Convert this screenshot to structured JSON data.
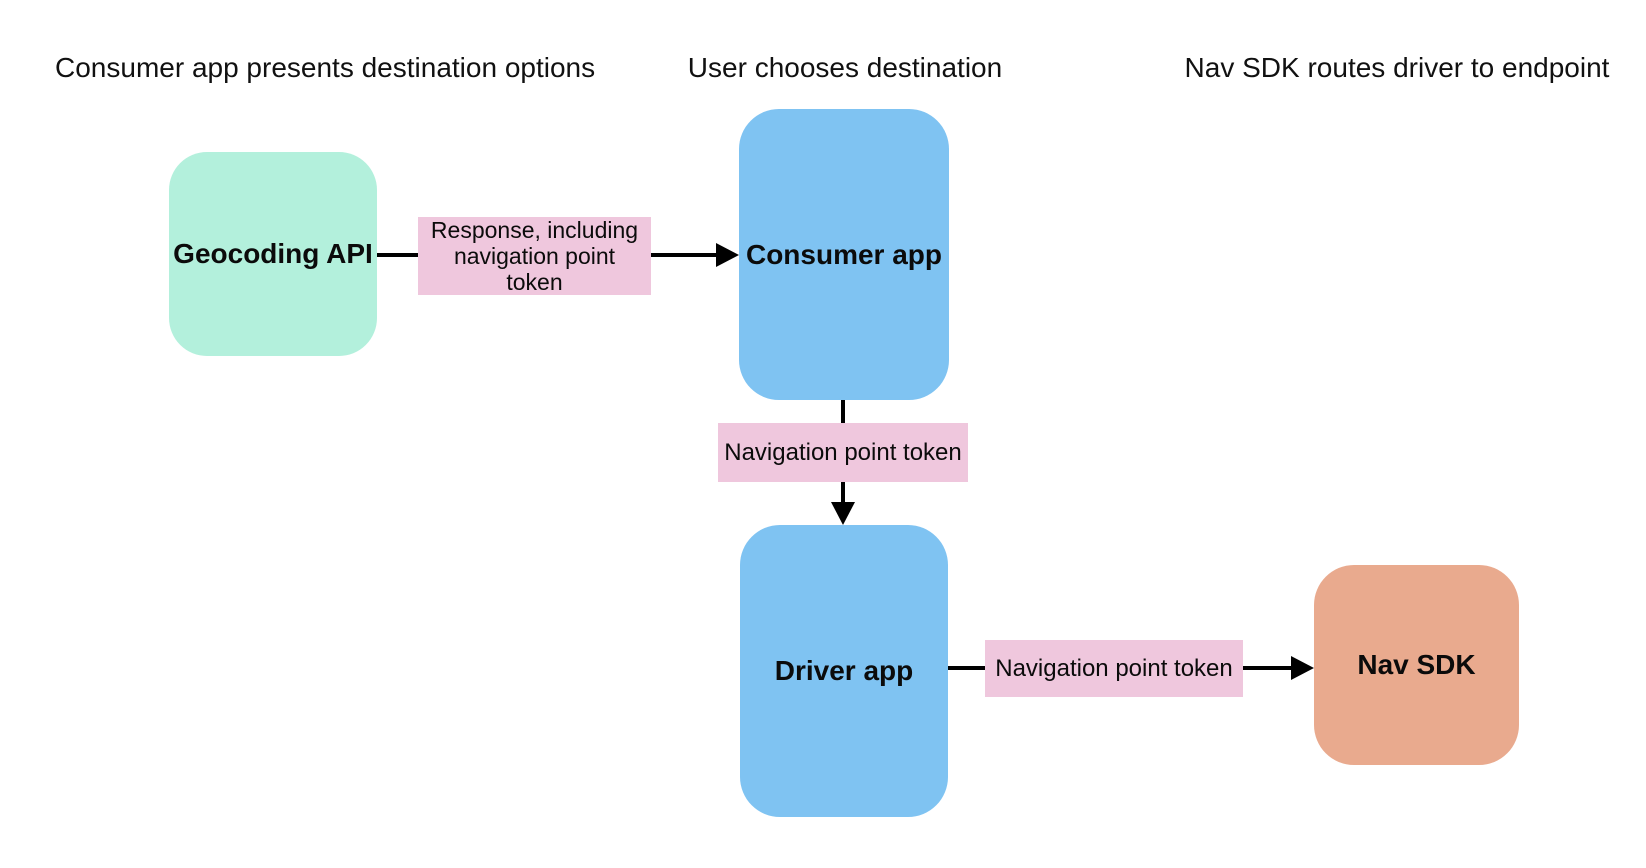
{
  "diagram": {
    "headers": [
      {
        "label": "Consumer app presents destination options"
      },
      {
        "label": "User chooses destination"
      },
      {
        "label": "Nav SDK routes driver to endpoint"
      }
    ],
    "nodes": [
      {
        "id": "geocoding-api",
        "label": "Geocoding API",
        "color": "#b3f0dc"
      },
      {
        "id": "consumer-app",
        "label": "Consumer app",
        "color": "#7fc3f2"
      },
      {
        "id": "driver-app",
        "label": "Driver app",
        "color": "#7fc3f2"
      },
      {
        "id": "nav-sdk",
        "label": "Nav SDK",
        "color": "#e9aa8e"
      }
    ],
    "edges": [
      {
        "from": "Geocoding API",
        "to": "Consumer app",
        "label": "Response, including navigation point token"
      },
      {
        "from": "Consumer app",
        "to": "Driver app",
        "label": "Navigation point token"
      },
      {
        "from": "Driver app",
        "to": "Nav SDK",
        "label": "Navigation point token"
      }
    ],
    "colors": {
      "edge_label_bg": "#efc7dd",
      "arrow": "#000000",
      "background": "#ffffff",
      "text": "#0b0b0b"
    }
  }
}
